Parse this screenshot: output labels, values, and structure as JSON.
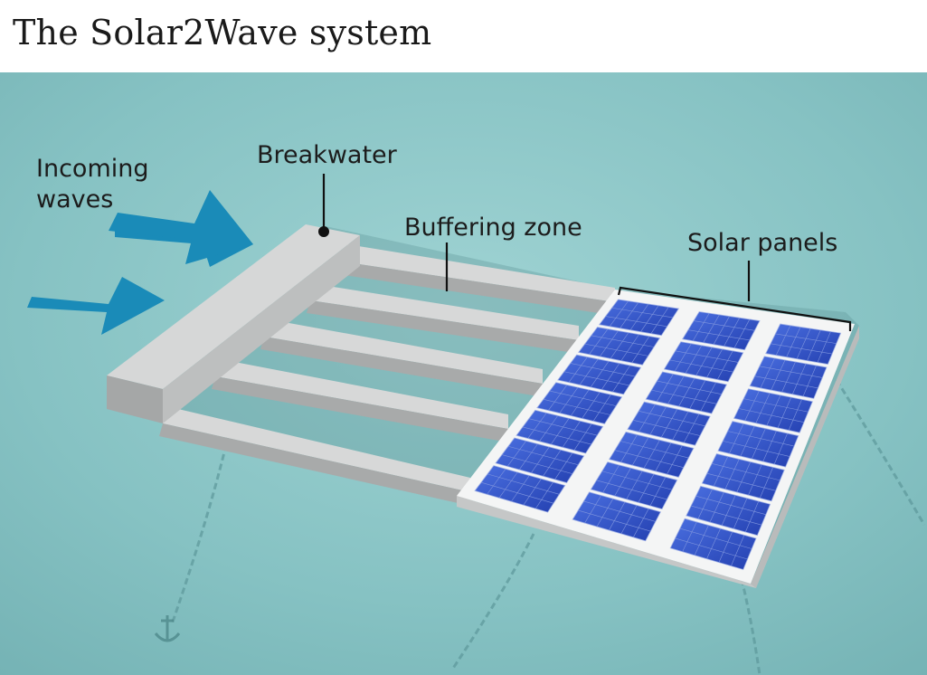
{
  "title": "The Solar2Wave system",
  "labels": {
    "incoming_waves_line1": "Incoming",
    "incoming_waves_line2": "waves",
    "breakwater": "Breakwater",
    "buffering_zone": "Buffering zone",
    "solar_panels": "Solar panels"
  },
  "colors": {
    "sea": "#8ec9c9",
    "arrow": "#1a8bb8",
    "concrete": "#bfc0c0",
    "panel": "#2f4fc0",
    "frame": "#f4f5f5"
  },
  "icons": {
    "wave_arrows": "right-arrow",
    "mooring": "chain",
    "anchor": "anchor"
  }
}
